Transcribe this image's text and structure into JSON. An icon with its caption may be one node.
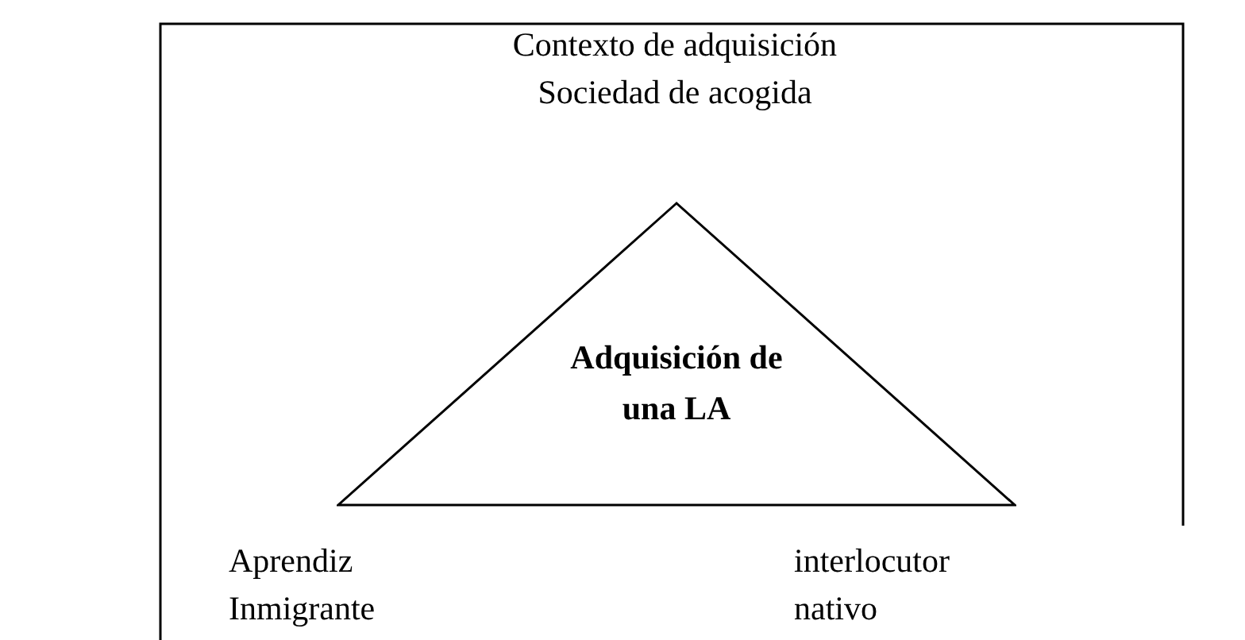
{
  "diagram": {
    "nodes": [
      {
        "text": [
          "Adquisición de una LA"
        ],
        "beside": [
          "Contexto de adquisición Sociedad de acogida",
          "Aprendiz Inmigrante",
          "interlocutor nativo"
        ]
      }
    ]
  }
}
